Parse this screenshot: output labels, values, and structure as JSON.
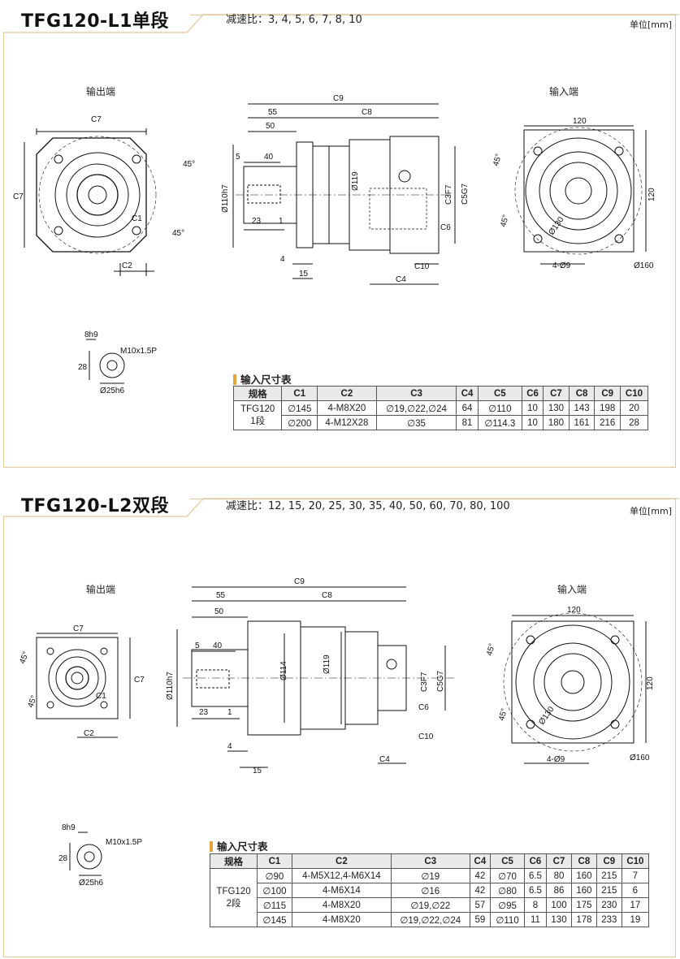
{
  "s1": {
    "title": "TFG120-L1单段",
    "ratio": "减速比：3, 4, 5, 6, 7, 8, 10",
    "unit": "单位[mm]",
    "output_label": "输出端",
    "input_label": "输入端",
    "table_title": "输入尺寸表",
    "headers": [
      "规格",
      "C1",
      "C2",
      "C3",
      "C4",
      "C5",
      "C6",
      "C7",
      "C8",
      "C9",
      "C10"
    ],
    "spec_lines": [
      "TFG120",
      "1段"
    ],
    "rows": [
      [
        "∅145",
        "4-M8X20",
        "∅19,∅22,∅24",
        "64",
        "∅110",
        "10",
        "130",
        "143",
        "198",
        "20"
      ],
      [
        "∅200",
        "4-M12X28",
        "∅35",
        "81",
        "∅114.3",
        "10",
        "180",
        "161",
        "216",
        "28"
      ]
    ],
    "dims": {
      "c9": "C9",
      "c8": "C8",
      "d55": "55",
      "d50": "50",
      "d5": "5",
      "d40": "40",
      "d23": "23",
      "d1": "1",
      "d4": "4",
      "d15": "15",
      "d110": "Ø110h7",
      "d119": "Ø119",
      "c3": "C3F7",
      "c5": "C5G7",
      "c6": "C6",
      "c10": "C10",
      "c4": "C4",
      "c7": "C7",
      "c2": "C2",
      "c1": "C1",
      "a45": "45°",
      "in120": "120",
      "in120v": "120",
      "d130": "Ø130",
      "d49": "4-Ø9",
      "d160": "Ø160",
      "k8": "8h9",
      "k28": "28",
      "km": "M10x1.5P",
      "k25": "Ø25h6"
    }
  },
  "s2": {
    "title": "TFG120-L2双段",
    "ratio": "减速比：12, 15, 20, 25, 30, 35, 40, 50, 60, 70, 80, 100",
    "unit": "单位[mm]",
    "output_label": "输出端",
    "input_label": "输入端",
    "table_title": "输入尺寸表",
    "headers": [
      "规格",
      "C1",
      "C2",
      "C3",
      "C4",
      "C5",
      "C6",
      "C7",
      "C8",
      "C9",
      "C10"
    ],
    "spec_lines": [
      "TFG120",
      "2段"
    ],
    "rows": [
      [
        "∅90",
        "4-M5X12,4-M6X14",
        "∅19",
        "42",
        "∅70",
        "6.5",
        "80",
        "160",
        "215",
        "7"
      ],
      [
        "∅100",
        "4-M6X14",
        "∅16",
        "42",
        "∅80",
        "6.5",
        "86",
        "160",
        "215",
        "6"
      ],
      [
        "∅115",
        "4-M8X20",
        "∅19,∅22",
        "57",
        "∅95",
        "8",
        "100",
        "175",
        "230",
        "17"
      ],
      [
        "∅145",
        "4-M8X20",
        "∅19,∅22,∅24",
        "59",
        "∅110",
        "11",
        "130",
        "178",
        "233",
        "19"
      ]
    ],
    "dims": {
      "c9": "C9",
      "c8": "C8",
      "d55": "55",
      "d50": "50",
      "d5": "5",
      "d40": "40",
      "d23": "23",
      "d1": "1",
      "d4": "4",
      "d15": "15",
      "d110": "Ø110h7",
      "d114": "Ø114",
      "d119": "Ø119",
      "c3": "C3F7",
      "c5": "C5G7",
      "c6": "C6",
      "c10": "C10",
      "c4": "C4",
      "c7": "C7",
      "c2": "C2",
      "c1": "C1",
      "a45": "45°",
      "in120": "120",
      "in120v": "120",
      "d130": "Ø130",
      "d49": "4-Ø9",
      "d160": "Ø160",
      "k8": "8h9",
      "k28": "28",
      "km": "M10x1.5P",
      "k25": "Ø25h6"
    }
  }
}
